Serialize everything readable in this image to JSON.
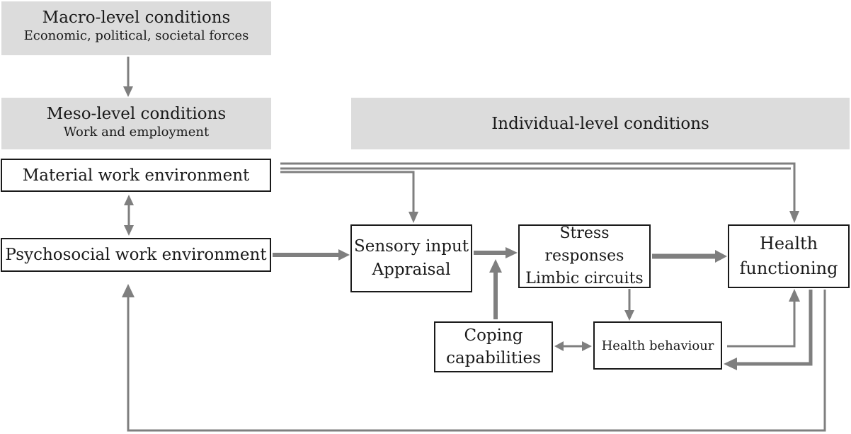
{
  "macro": {
    "title": "Macro-level conditions",
    "subtitle": "Economic, political, societal forces"
  },
  "meso": {
    "title": "Meso-level conditions",
    "subtitle": "Work and employment"
  },
  "individual": {
    "title": "Individual-level conditions"
  },
  "nodes": {
    "material": "Material work environment",
    "psychosocial": "Psychosocial work environment",
    "sensory_line1": "Sensory input",
    "sensory_line2": "Appraisal",
    "stress_line1": "Stress responses",
    "stress_line2": "Limbic circuits",
    "health_line1": "Health",
    "health_line2": "functioning",
    "coping_line1": "Coping",
    "coping_line2": "capabilities",
    "behaviour": "Health behaviour"
  },
  "colors": {
    "banner": "#dcdcdc",
    "arrow": "#7f7f7f",
    "border": "#1a1a1a"
  }
}
